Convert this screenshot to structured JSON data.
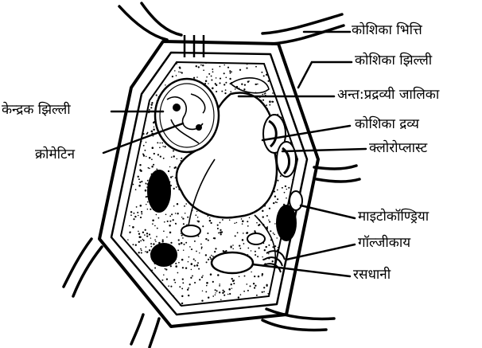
{
  "labels": {
    "cell_wall": "कोशिका भित्ति",
    "cell_membrane": "कोशिका झिल्ली",
    "endoplasmic_reticulum": "अन्त:प्रद्रव्यी जालिका",
    "nuclear_membrane": "केन्द्रक झिल्ली",
    "cytoplasm": "कोशिका द्रव्य",
    "chromatin": "क्रोमेटिन",
    "chloroplast": "क्लोरोप्लास्ट",
    "mitochondria": "माइटोकॉण्ड्रिया",
    "golgi_body": "गॉल्जीकाय",
    "vacuole": "रसधानी"
  },
  "colors": {
    "ink": "#000000",
    "paper": "#ffffff"
  }
}
